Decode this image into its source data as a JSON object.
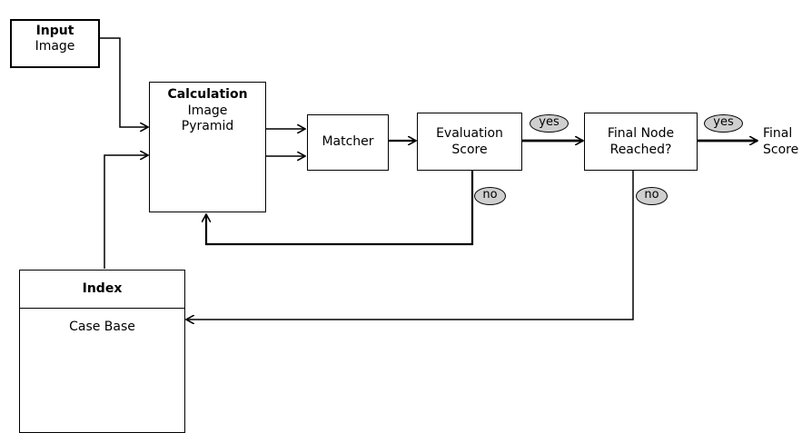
{
  "input": {
    "bold": "Input",
    "sub": "Image"
  },
  "calc": {
    "bold": "Calculation",
    "line2": "Image",
    "line3": "Pyramid"
  },
  "matcher": "Matcher",
  "evaluation": {
    "line1": "Evaluation",
    "line2": "Score"
  },
  "final_node": {
    "line1": "Final Node",
    "line2": "Reached?"
  },
  "final_score": {
    "line1": "Final",
    "line2": "Score"
  },
  "index": {
    "title": "Index",
    "case_base": "Case Base"
  },
  "labels": {
    "yes": "yes",
    "no": "no"
  }
}
